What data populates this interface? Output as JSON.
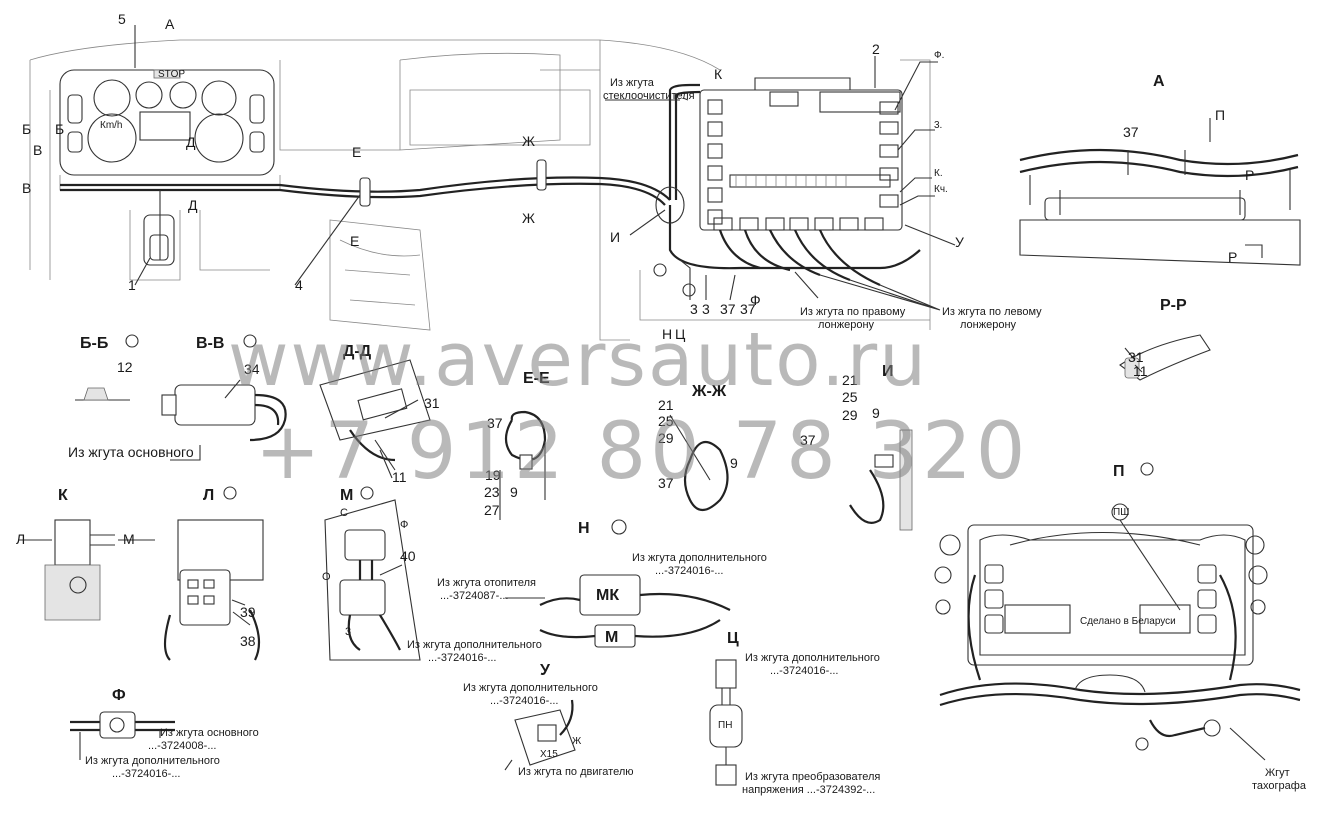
{
  "watermark": {
    "site": "www.aversauto.ru",
    "phone": "+7 912 80 78 320"
  },
  "callouts": {
    "n1": "1",
    "n2": "2",
    "n3": "3",
    "n3b": "3",
    "n4": "4",
    "n5": "5",
    "n9a": "9",
    "n9b": "9",
    "n9c": "9",
    "n11a": "11",
    "n11b": "11",
    "n12": "12",
    "n19": "19",
    "n21a": "21",
    "n21b": "21",
    "n23": "23",
    "n25a": "25",
    "n25b": "25",
    "n27": "27",
    "n29a": "29",
    "n29b": "29",
    "n31a": "31",
    "n31b": "31",
    "n34": "34",
    "n37a": "37",
    "n37b": "37",
    "n37c": "37",
    "n37d": "37",
    "n37e": "37",
    "n37f": "37",
    "n38": "38",
    "n39": "39",
    "n40": "40"
  },
  "view_letters": {
    "A_top": "А",
    "K_top": "К",
    "F_top": "Ф",
    "E1": "Е",
    "E2": "Е",
    "Zh1": "Ж",
    "Zh2": "Ж",
    "I": "И",
    "U": "У",
    "B1": "Б",
    "B2": "Б",
    "V1": "В",
    "V2": "В",
    "D1": "Д",
    "D2": "Д",
    "F_mid": "Ф",
    "N_mid": "Н",
    "Ts_mid": "Ц",
    "P_arrow": "П",
    "R1": "Р",
    "R2": "Р",
    "three": "3.",
    "K_dot": "К.",
    "Kch": "Кч.",
    "F_dot": "Ф.",
    "L_arrow": "Л",
    "M_arrow": "М",
    "S_pin": "С",
    "F_pin": "Ф",
    "O_pin": "О",
    "three_pin": "3",
    "MK_conn": "МК",
    "M_conn": "М",
    "Zh_pin": "Ж",
    "X15": "Х15",
    "PN": "ПН",
    "PSh": "ПШ",
    "RPM_panel": "Кm/h",
    "stop": "STOP"
  },
  "section_titles": {
    "A_view": "А",
    "BB": "Б-Б",
    "VV": "В-В",
    "DD": "Д-Д",
    "EE": "Е-Е",
    "ZhZh": "Ж-Ж",
    "I_view": "И",
    "RR": "Р-Р",
    "K_view": "К",
    "L_view": "Л",
    "M_view": "М",
    "N_view": "Н",
    "P_view": "П",
    "U_view": "У",
    "Ts_view": "Ц",
    "F_view": "Ф"
  },
  "notes": {
    "from_wiper": "Из жгута\nстеклоочистителя",
    "from_right_sidemember": "Из жгута по правому\nлонжерону",
    "from_left_sidemember": "Из жгута по левому\nлонжерону",
    "from_main_bv": "Из жгута основного",
    "from_heater": "Из жгута отопителя",
    "heater_code": "...-3724087-...",
    "from_additional_n": "Из жгута дополнительного",
    "additional_code_n": "...-3724016-...",
    "from_additional_m": "Из жгута дополнительного",
    "additional_code_m": "...-3724016-...",
    "from_additional_u": "Из жгута дополнительного",
    "additional_code_u": "...-3724016-...",
    "from_engine": "Из жгута по двигателю",
    "from_additional_ts": "Из жгута дополнительного",
    "additional_code_ts": "...-3724016-...",
    "from_converter": "Из жгута преобразователя",
    "converter_code": "напряжения ...-3724392-...",
    "from_main_f": "Из жгута основного",
    "main_code_f": "...-3724008-...",
    "from_additional_f": "Из жгута дополнительного",
    "additional_code_f": "...-3724016-...",
    "tachograph": "Жгут\nтахографа",
    "made_in": "Сделано в Беларуси"
  }
}
